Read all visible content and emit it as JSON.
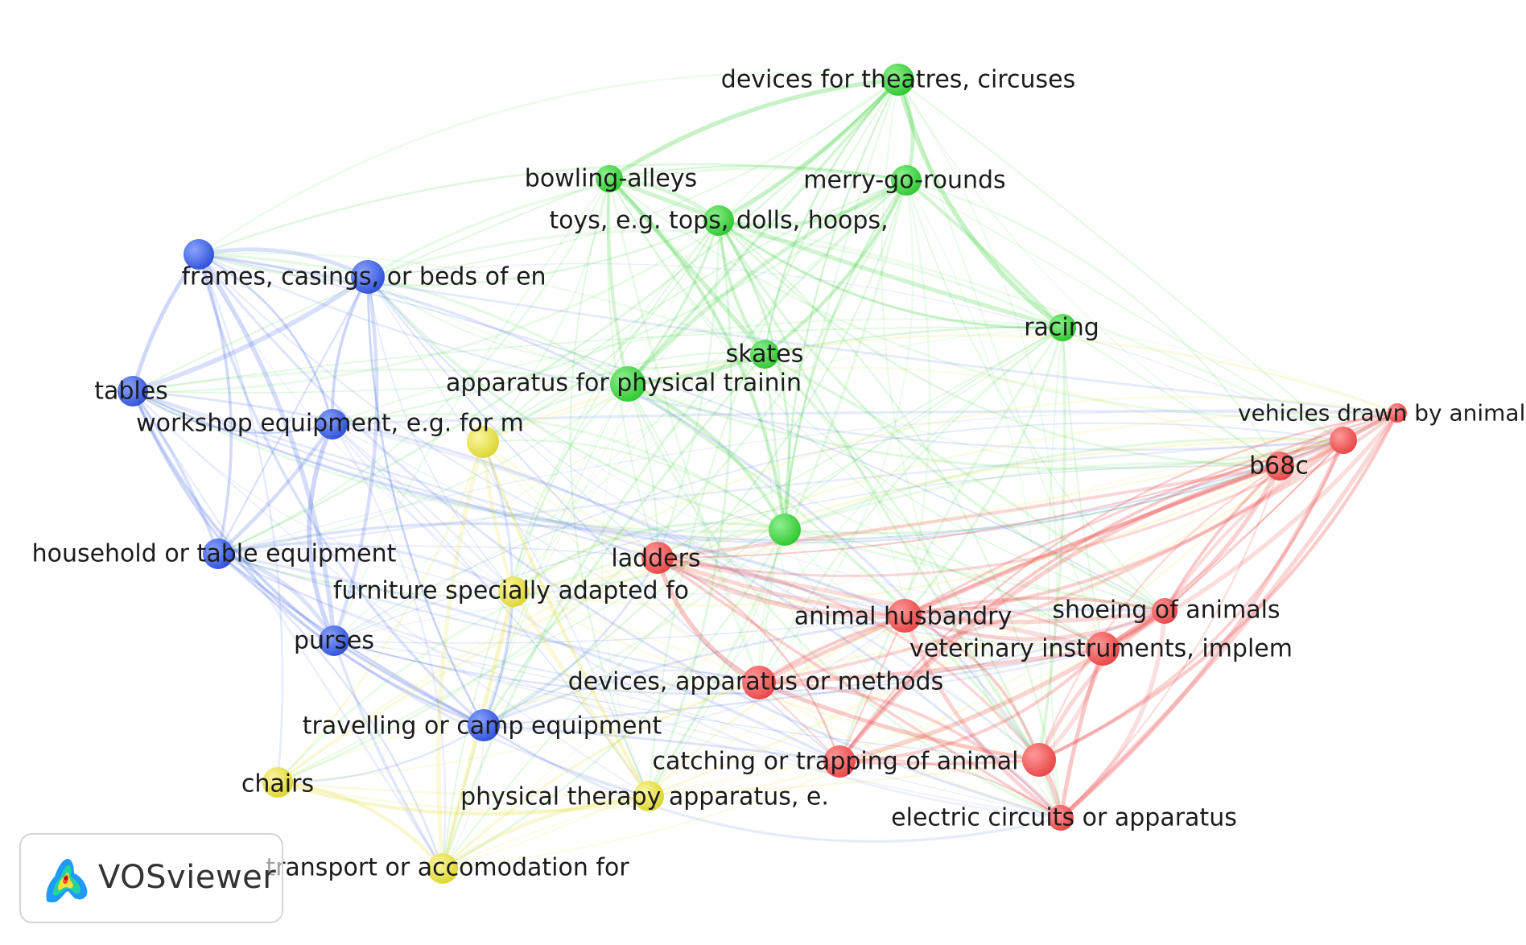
{
  "clusters": {
    "red": "#ec4b4b",
    "green": "#3dd23d",
    "blue": "#3a5fe5",
    "yellow": "#e6e03c"
  },
  "nodes": [
    {
      "id": "devices-for-theatres",
      "label": "devices for theatres, circuses",
      "cluster": "green"
    },
    {
      "id": "bowling-alleys",
      "label": "bowling-alleys",
      "cluster": "green"
    },
    {
      "id": "merry-go-rounds",
      "label": "merry-go-rounds",
      "cluster": "green"
    },
    {
      "id": "toys",
      "label": "toys, e.g. tops, dolls, hoops,",
      "cluster": "green"
    },
    {
      "id": "racing",
      "label": "racing",
      "cluster": "green"
    },
    {
      "id": "skates",
      "label": "skates",
      "cluster": "green"
    },
    {
      "id": "apparatus-physical-training",
      "label": "apparatus for physical trainin",
      "cluster": "green"
    },
    {
      "id": "green-unlabeled",
      "label": "",
      "cluster": "green"
    },
    {
      "id": "blue-unlabeled",
      "label": "",
      "cluster": "blue"
    },
    {
      "id": "frames-casings",
      "label": "frames, casings, or beds of en",
      "cluster": "blue"
    },
    {
      "id": "tables",
      "label": "tables",
      "cluster": "blue"
    },
    {
      "id": "workshop-equipment",
      "label": "workshop equipment, e.g. for m",
      "cluster": "blue"
    },
    {
      "id": "household-table-equipment",
      "label": "household or table equipment",
      "cluster": "blue"
    },
    {
      "id": "purses",
      "label": "purses",
      "cluster": "blue"
    },
    {
      "id": "travelling-camp-equipment",
      "label": "travelling or camp equipment",
      "cluster": "blue"
    },
    {
      "id": "yellow-unlabeled",
      "label": "",
      "cluster": "yellow"
    },
    {
      "id": "furniture-adapted",
      "label": "furniture specially adapted fo",
      "cluster": "yellow"
    },
    {
      "id": "chairs",
      "label": "chairs",
      "cluster": "yellow"
    },
    {
      "id": "physical-therapy",
      "label": "physical therapy apparatus, e.",
      "cluster": "yellow"
    },
    {
      "id": "transport-accomodation",
      "label": "transport or accomodation for",
      "cluster": "yellow"
    },
    {
      "id": "ladders",
      "label": "ladders",
      "cluster": "red"
    },
    {
      "id": "animal-husbandry",
      "label": "animal husbandry",
      "cluster": "red"
    },
    {
      "id": "devices-apparatus-methods",
      "label": "devices, apparatus or methods",
      "cluster": "red"
    },
    {
      "id": "catching-trapping",
      "label": "catching or trapping of animal",
      "cluster": "red"
    },
    {
      "id": "red-unlabeled",
      "label": "",
      "cluster": "red"
    },
    {
      "id": "electric-circuits",
      "label": "electric circuits or apparatus",
      "cluster": "red"
    },
    {
      "id": "veterinary-instruments",
      "label": "veterinary instruments, implem",
      "cluster": "red"
    },
    {
      "id": "shoeing-animals",
      "label": "shoeing of animals",
      "cluster": "red"
    },
    {
      "id": "b68c",
      "label": "b68c",
      "cluster": "red"
    },
    {
      "id": "red-unlabeled-2",
      "label": "",
      "cluster": "red"
    },
    {
      "id": "vehicles-drawn",
      "label": "vehicles drawn by animals",
      "cluster": "red"
    }
  ],
  "badge": {
    "text": "VOSviewer"
  }
}
